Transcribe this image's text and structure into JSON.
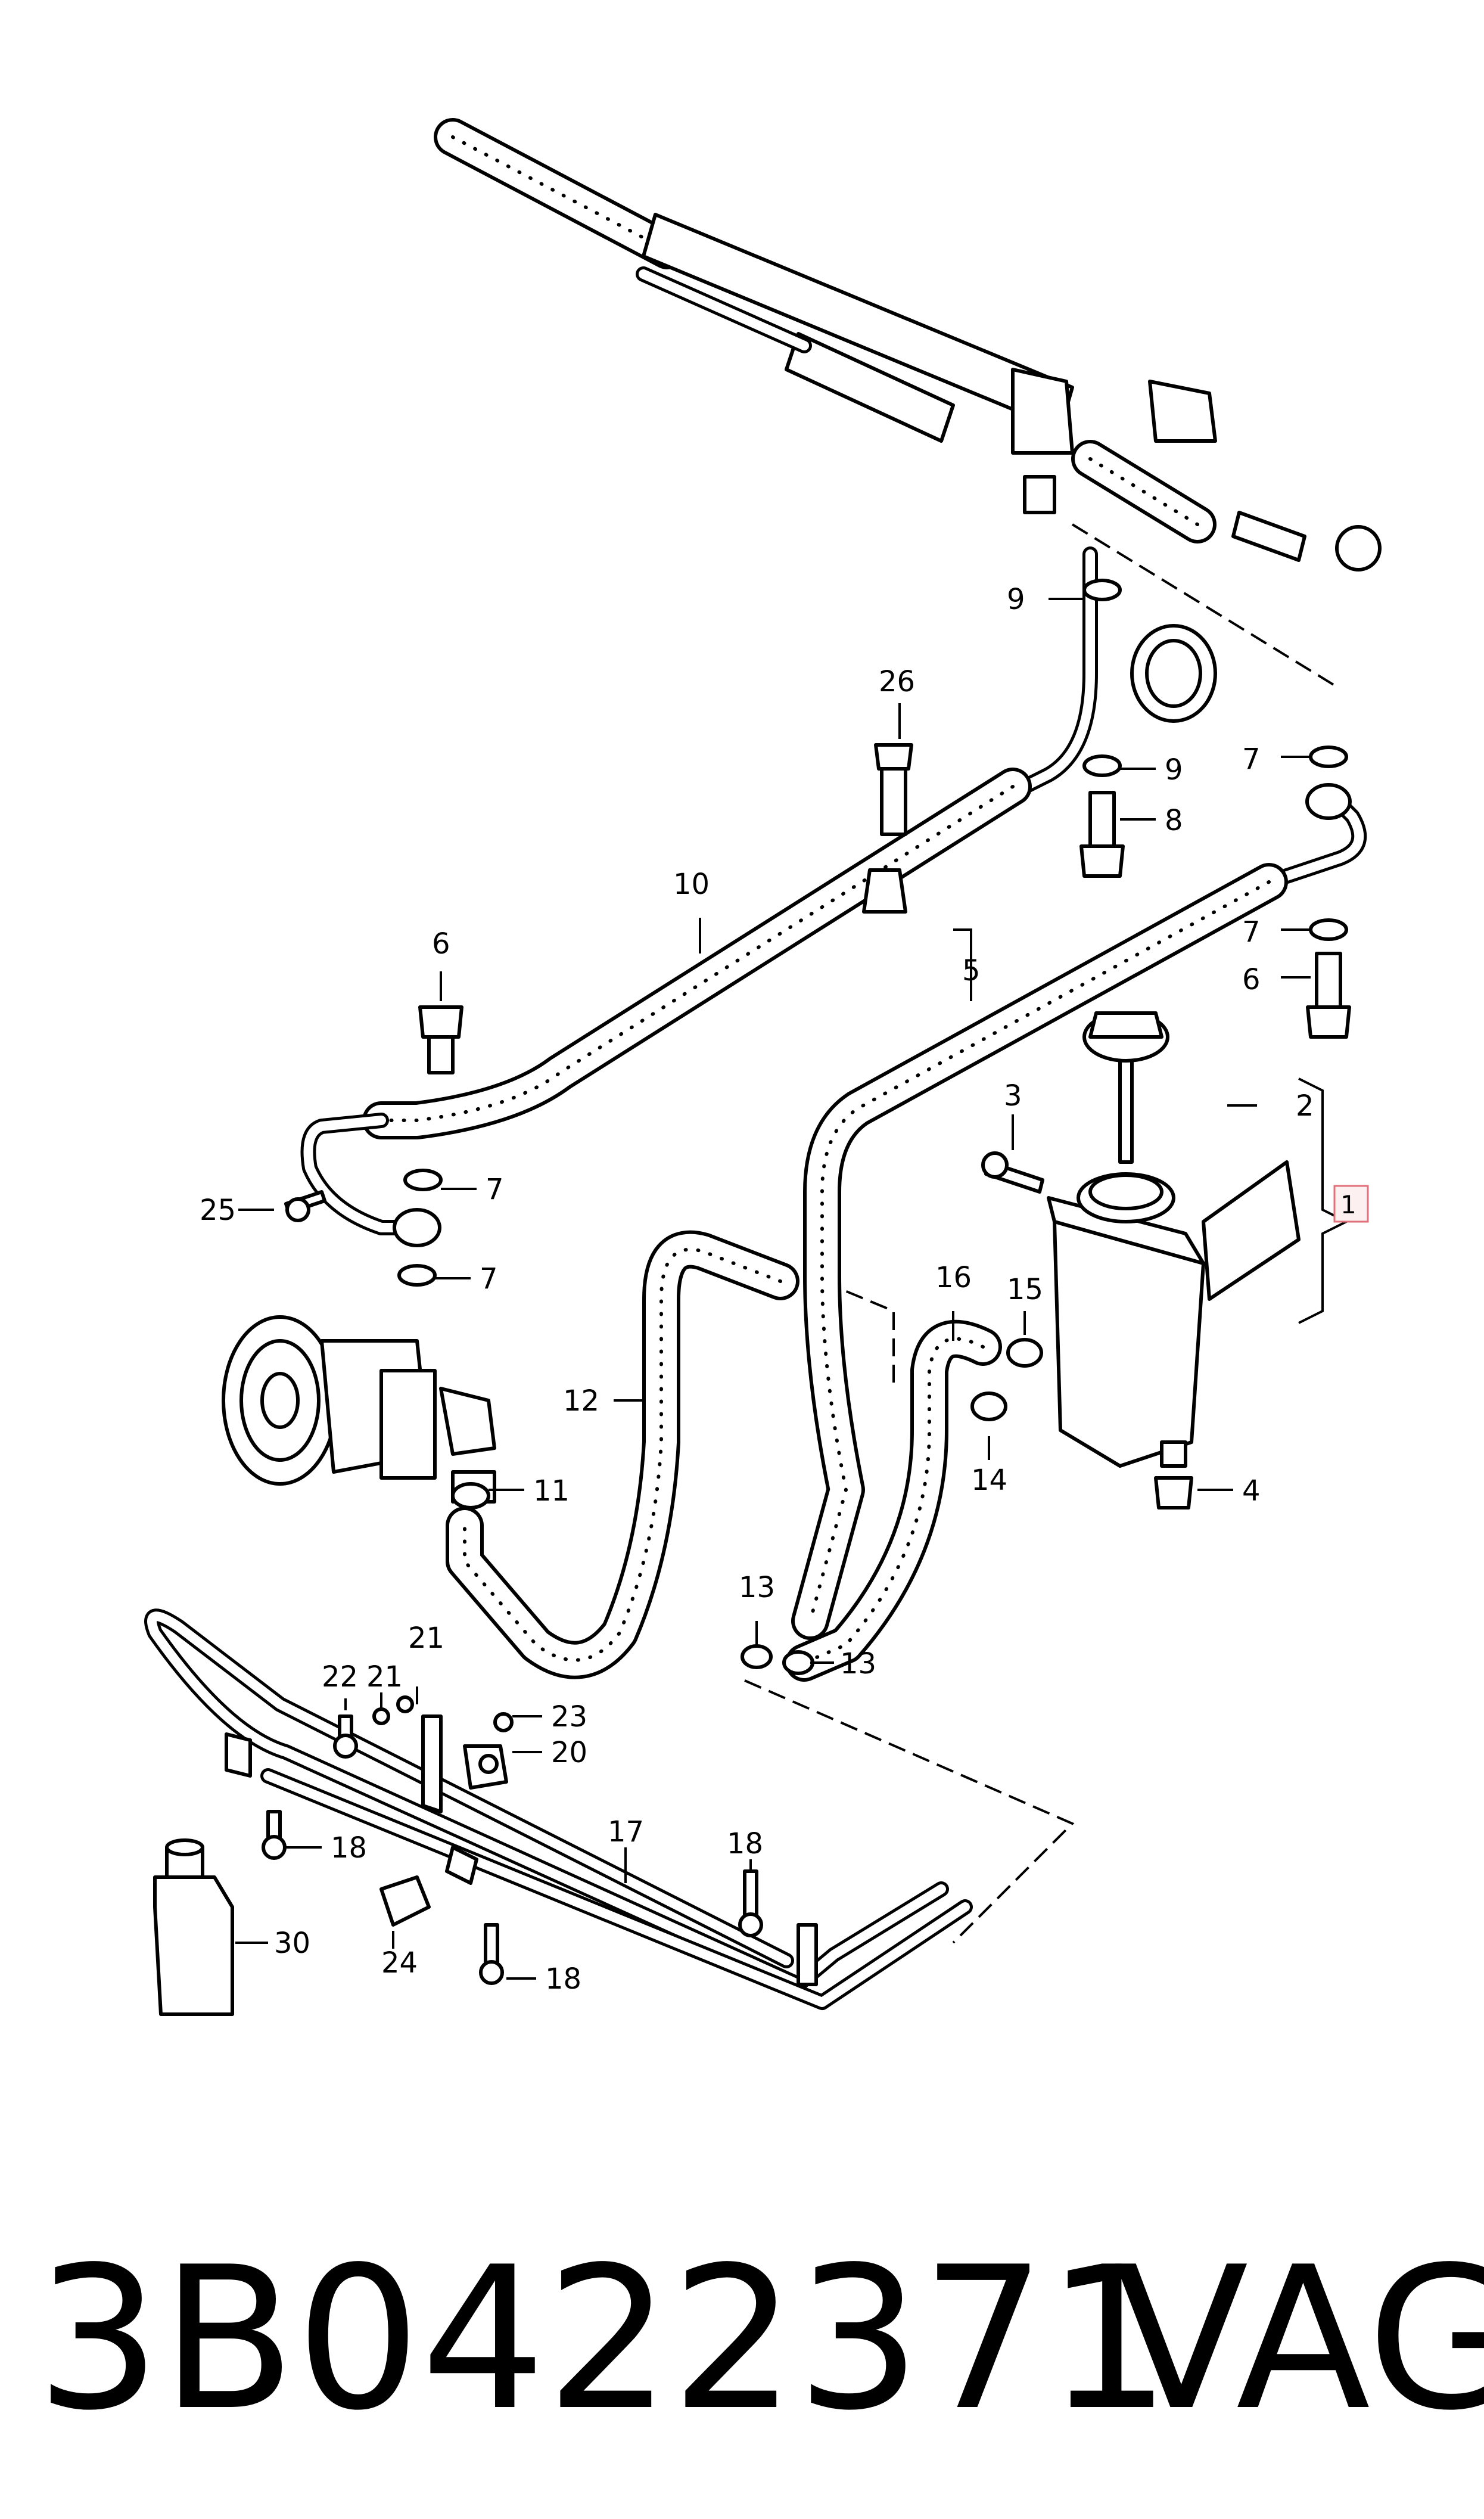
{
  "callouts": {
    "c1": "1",
    "c2": "2",
    "c3": "3",
    "c4": "4",
    "c5": "5",
    "c6a": "6",
    "c6b": "6",
    "c7a": "7",
    "c7b": "7",
    "c7c": "7",
    "c7d": "7",
    "c8": "8",
    "c9a": "9",
    "c9b": "9",
    "c10": "10",
    "c11": "11",
    "c12": "12",
    "c13a": "13",
    "c13b": "13",
    "c14": "14",
    "c15": "15",
    "c16": "16",
    "c17": "17",
    "c18a": "18",
    "c18b": "18",
    "c18c": "18",
    "c20": "20",
    "c21a": "21",
    "c21b": "21",
    "c22": "22",
    "c23": "23",
    "c24": "24",
    "c25": "25",
    "c26": "26",
    "c30": "30"
  },
  "footer": {
    "part_number": "3B0422371",
    "brand": "VAG"
  },
  "colors": {
    "line": "#000000",
    "highlight_box": "#e0707a",
    "highlight_fill": "#fdf0f1"
  }
}
